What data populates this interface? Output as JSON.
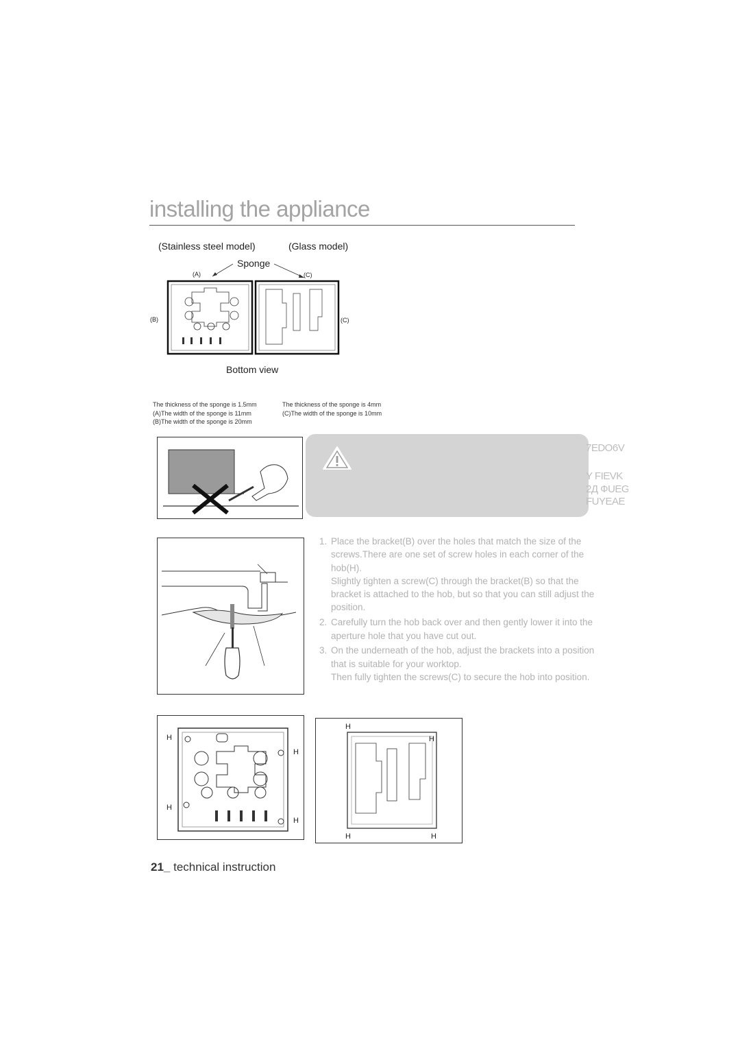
{
  "header": {
    "title": "installing the appliance"
  },
  "sponge_figure": {
    "stainless_label": "(Stainless steel model)",
    "glass_label": "(Glass model)",
    "sponge_label": "Sponge",
    "tag_a": "(A)",
    "tag_b": "(B)",
    "tag_c_top": "(C)",
    "tag_c_side": "(C)",
    "caption": "Bottom view"
  },
  "notes": {
    "stainless": [
      "The thickness of the sponge  is 1.5mm",
      "(A)The width of the sponge is 11mm",
      "(B)The width of the sponge is 20mm"
    ],
    "glass": [
      "The thickness of the sponge is 4mm",
      "(C)The width of the sponge is 10mm"
    ]
  },
  "warning": {
    "icon": "warning-triangle-icon",
    "ghost_lines": [
      "7EDO6V",
      "Y FIEVK",
      "2Д ФUEG",
      "FUYEAE"
    ]
  },
  "steps": [
    {
      "num": "1.",
      "lines": [
        "Place the bracket(B) over the holes that match the size of the screws.There are one set of screw holes in each corner of the hob(H).",
        "Slightly tighten a screw(C) through the bracket(B) so that the bracket is attached to the hob, but so that you can still adjust the position."
      ]
    },
    {
      "num": "2.",
      "lines": [
        "Carefully turn the hob back over and then gently lower it into the aperture hole that you have cut out."
      ]
    },
    {
      "num": "3.",
      "lines": [
        "On the underneath of the hob, adjust the brackets into a position that is suitable for your worktop.",
        "Then fully tighten the screws(C) to secure the hob into position."
      ]
    }
  ],
  "hob_labels": {
    "h": "H"
  },
  "footer": {
    "page_number": "21_",
    "section": "technical instruction"
  },
  "colors": {
    "title": "#a3a3a3",
    "warning_bg": "#d4d4d4",
    "steps_text": "#b2b2b2"
  }
}
